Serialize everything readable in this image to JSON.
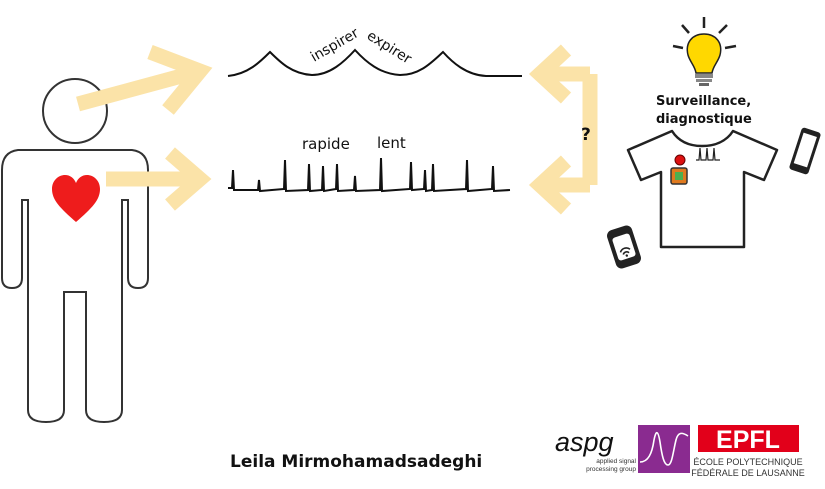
{
  "labels": {
    "inspire": "inspirer",
    "expire": "expirer",
    "rapid": "rapide",
    "slow": "lent",
    "question": "?",
    "surveillance_line1": "Surveillance,",
    "surveillance_line2": "diagnostique"
  },
  "author": "Leila Mirmohamadsadeghi",
  "logos": {
    "aspg_name": "aspg",
    "aspg_sub_line1": "applied signal",
    "aspg_sub_line2": "processing group",
    "epfl_name": "EPFL",
    "epfl_sub_line1": "ÉCOLE POLYTECHNIQUE",
    "epfl_sub_line2": "FÉDÉRALE DE LAUSANNE"
  },
  "colors": {
    "arrow": "#fbe3a8",
    "heart": "#ee1c1c",
    "bulb": "#ffd800",
    "aspg_purple": "#8a2b90",
    "epfl_red": "#e2001a",
    "outline": "#222222"
  },
  "icons": [
    "person-outline",
    "heart-icon",
    "lightbulb-icon",
    "tshirt-icon",
    "smartphone-icon",
    "smartwatch-icon"
  ]
}
